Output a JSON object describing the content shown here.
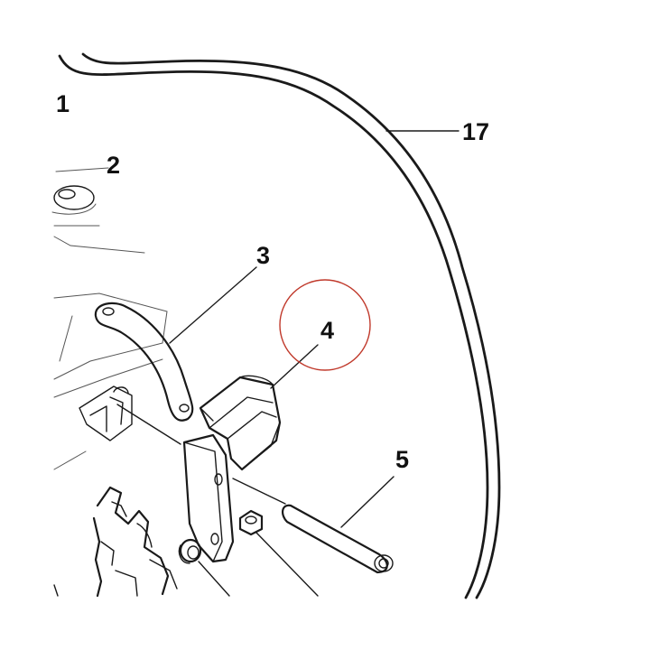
{
  "diagram": {
    "callouts": [
      {
        "id": "1",
        "label": "1"
      },
      {
        "id": "2",
        "label": "2"
      },
      {
        "id": "3",
        "label": "3"
      },
      {
        "id": "4",
        "label": "4"
      },
      {
        "id": "5",
        "label": "5"
      },
      {
        "id": "17",
        "label": "17"
      }
    ],
    "highlight_color": "#c0392b",
    "line_color": "#1a1a1a"
  }
}
